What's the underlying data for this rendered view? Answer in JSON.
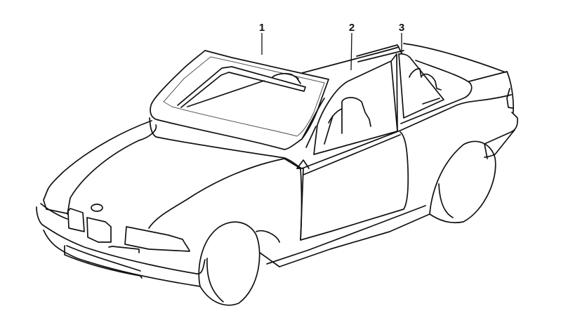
{
  "diagram": {
    "subject": "convertible-car-glazing",
    "line_color": "#111111",
    "background": "#ffffff",
    "callouts": [
      {
        "label": "1",
        "part": "windshield"
      },
      {
        "label": "2",
        "part": "door-window"
      },
      {
        "label": "3",
        "part": "rear-quarter-window"
      }
    ]
  }
}
